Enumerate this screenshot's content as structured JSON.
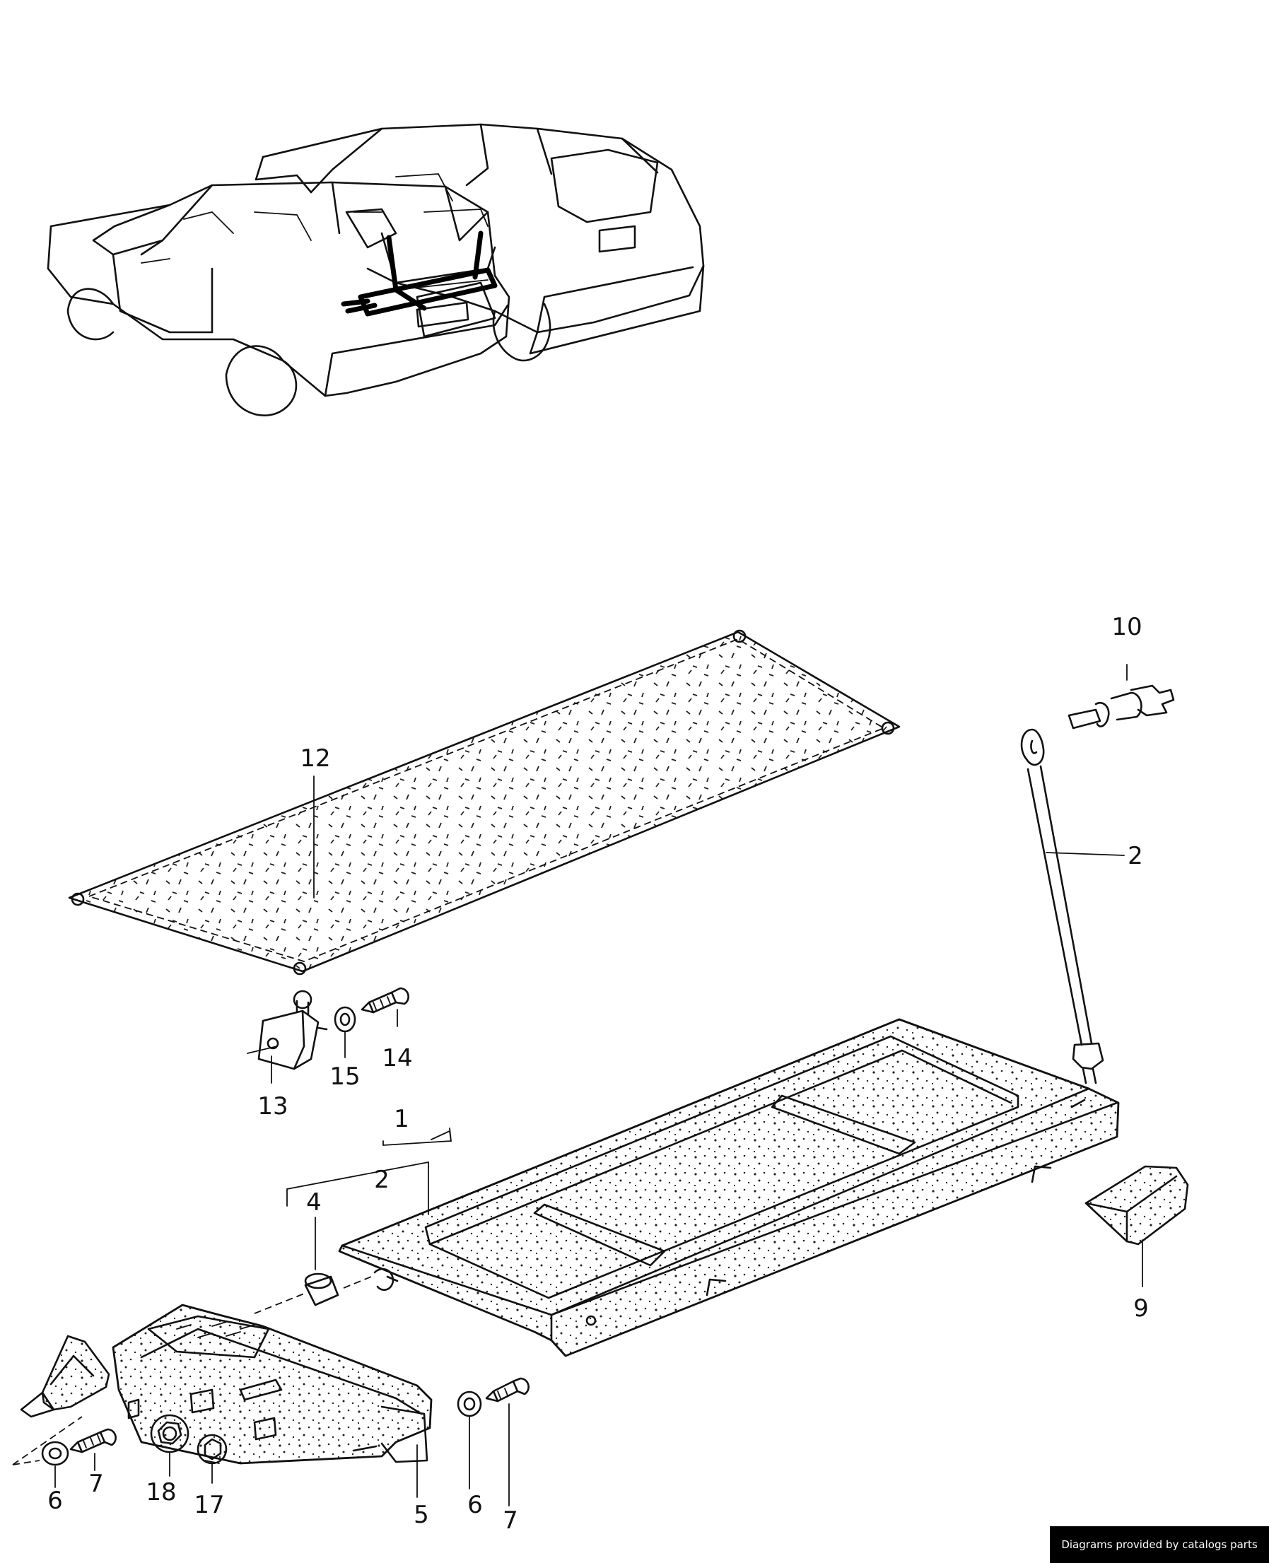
{
  "labels": {
    "p1": "1",
    "p2": "2",
    "p2b": "2",
    "p4": "4",
    "p5": "5",
    "p6a": "6",
    "p6b": "6",
    "p7a": "7",
    "p7b": "7",
    "p9": "9",
    "p10": "10",
    "p12": "12",
    "p13": "13",
    "p14": "14",
    "p15": "15",
    "p17": "17",
    "p18": "18"
  },
  "credit": "Diagrams provided by catalogs parts"
}
